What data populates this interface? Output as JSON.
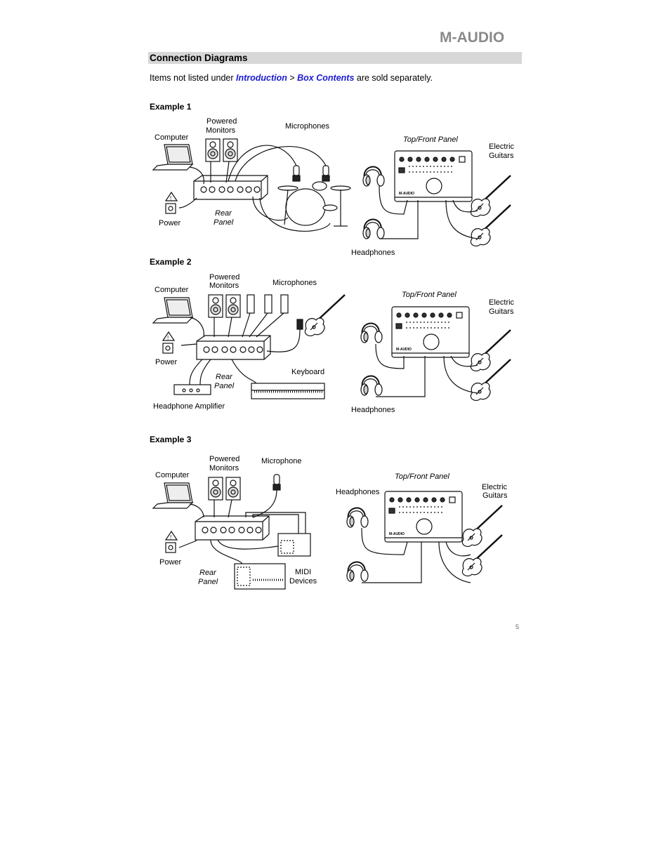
{
  "brand": {
    "logo_text": "M-AUDIO"
  },
  "section": {
    "title": "Connection Diagrams"
  },
  "intro": {
    "before": "Items not listed under ",
    "link1": "Introduction",
    "sep": " > ",
    "link2": "Box Contents",
    "after": " are sold separately."
  },
  "example1": {
    "heading": "Example 1",
    "computer": "Computer",
    "powered": "Powered",
    "monitors": "Monitors",
    "microphones": "Microphones",
    "power": "Power",
    "rear": "Rear",
    "panel": "Panel",
    "top_front_panel": "Top/Front Panel",
    "electric": "Electric",
    "guitars": "Guitars",
    "headphones": "Headphones"
  },
  "example2": {
    "heading": "Example 2",
    "computer": "Computer",
    "powered": "Powered",
    "monitors": "Monitors",
    "microphones": "Microphones",
    "power": "Power",
    "keyboard": "Keyboard",
    "rear": "Rear",
    "panel": "Panel",
    "headphone_amplifier": "Headphone Amplifier",
    "top_front_panel": "Top/Front Panel",
    "electric": "Electric",
    "guitars": "Guitars",
    "headphones": "Headphones"
  },
  "example3": {
    "heading": "Example 3",
    "computer": "Computer",
    "powered": "Powered",
    "monitors": "Monitors",
    "microphone": "Microphone",
    "power": "Power",
    "rear": "Rear",
    "panel": "Panel",
    "midi": "MIDI",
    "devices": "Devices",
    "top_front_panel": "Top/Front Panel",
    "headphones": "Headphones",
    "electric": "Electric",
    "guitars": "Guitars"
  },
  "device_label": "M-AUDIO",
  "page_number": "5"
}
